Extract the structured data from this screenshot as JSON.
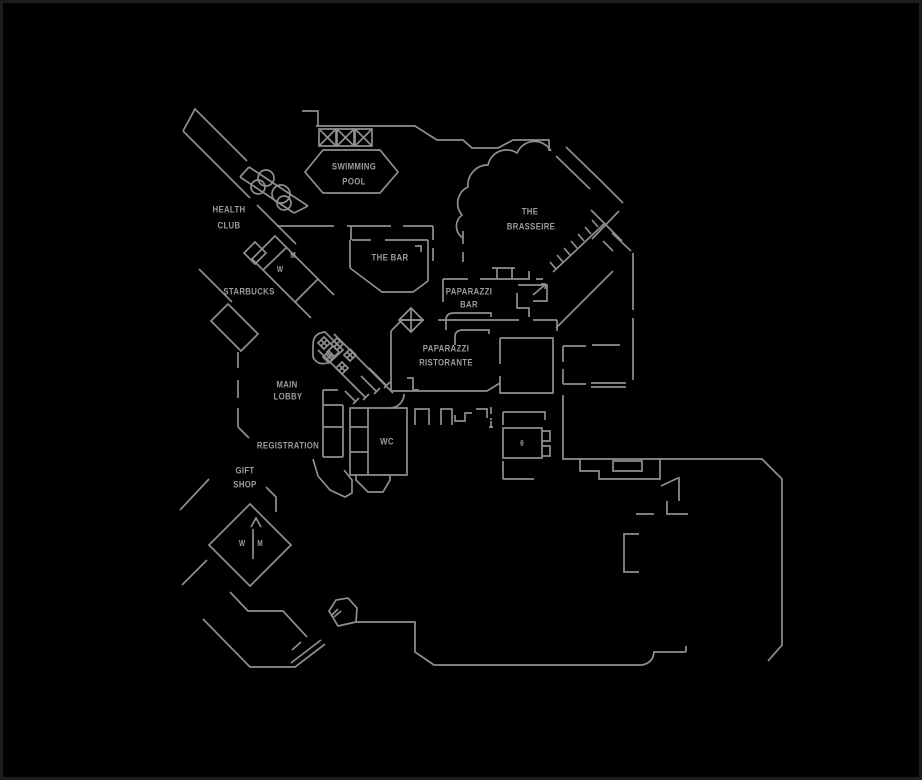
{
  "colors": {
    "background": "#000000",
    "wall": "#8f8f8f",
    "label": "#9c9c9c",
    "frame": "#1d1d1d"
  },
  "labels": {
    "swimming_pool_1": "SWIMMING",
    "swimming_pool_2": "POOL",
    "health_club_1": "HEALTH",
    "health_club_2": "CLUB",
    "starbucks": "STARBUCKS",
    "the_bar": "THE BAR",
    "brasserie_1": "THE",
    "brasserie_2": "BRASSEIRE",
    "paparazzi_bar_1": "PAPARAZZI",
    "paparazzi_bar_2": "BAR",
    "paparazzi_ristorante_1": "PAPARAZZI",
    "paparazzi_ristorante_2": "RISTORANTE",
    "main_lobby_1": "MAIN",
    "main_lobby_2": "LOBBY",
    "registration": "REGISTRATION",
    "gift_shop_1": "GIFT",
    "gift_shop_2": "SHOP",
    "wc": "WC",
    "locker_men": "M",
    "locker_women": "W",
    "restroom_women": "W",
    "restroom_men": "M",
    "elevator_symbol": "θ"
  }
}
